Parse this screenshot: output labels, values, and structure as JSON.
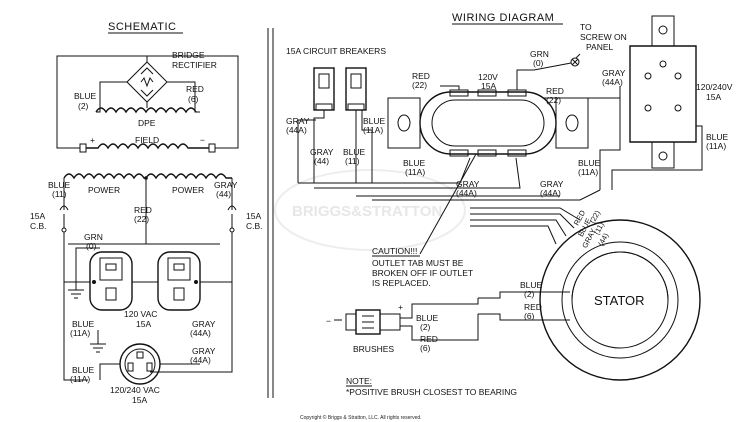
{
  "schematic": {
    "title": "SCHEMATIC",
    "bridge_rectifier": [
      "BRIDGE",
      "RECTIFIER"
    ],
    "dpe": "DPE",
    "field": "FIELD",
    "plus": "+",
    "minus": "−",
    "power": "POWER",
    "wires": {
      "blue_2": [
        "BLUE",
        "(2)"
      ],
      "red_6": [
        "RED",
        "(6)"
      ],
      "blue_11": [
        "BLUE",
        "(11)"
      ],
      "gray_44": [
        "GRAY",
        "(44)"
      ],
      "red_22": [
        "RED",
        "(22)"
      ],
      "grn_0": [
        "GRN",
        "(0)"
      ],
      "blue_11a_1": [
        "BLUE",
        "(11A)"
      ],
      "gray_44a_1": [
        "GRAY",
        "(44A)"
      ],
      "gray_44a_2": [
        "GRAY",
        "(44A)"
      ],
      "blue_11a_2": [
        "BLUE",
        "(11A)"
      ]
    },
    "cb_left": [
      "15A",
      "C.B."
    ],
    "cb_right": [
      "15A",
      "C.B."
    ],
    "outlet_120": [
      "120 VAC",
      "15A"
    ],
    "outlet_240": [
      "120/240 VAC",
      "15A"
    ]
  },
  "wiring": {
    "title": "WIRING DIAGRAM",
    "circuit_breakers": "15A CIRCUIT BREAKERS",
    "to_screw": [
      "TO",
      "SCREW ON",
      "PANEL"
    ],
    "grn_0": [
      "GRN",
      "(0)"
    ],
    "red_22_a": [
      "RED",
      "(22)"
    ],
    "red_22_b": [
      "RED",
      "(22)"
    ],
    "outlet_120": [
      "120V",
      "15A"
    ],
    "outlet_240": [
      "120/240V",
      "15A"
    ],
    "gray_44a_top": [
      "GRAY",
      "(44A)"
    ],
    "gray_44a_l": [
      "GRAY",
      "(44A)"
    ],
    "blue_11a_l": [
      "BLUE",
      "(11A)"
    ],
    "gray_44": [
      "GRAY",
      "(44)"
    ],
    "blue_11": [
      "BLUE",
      "(11)"
    ],
    "blue_11a_m": [
      "BLUE",
      "(11A)"
    ],
    "gray_44a_m": [
      "GRAY",
      "(44A)"
    ],
    "gray_44a_r": [
      "GRAY",
      "(44A)"
    ],
    "blue_11a_r": [
      "BLUE",
      "(11A)"
    ],
    "blue_11a_far": [
      "BLUE",
      "(11A)"
    ],
    "stator_wires": [
      "RED",
      "BLUE",
      "GRAY"
    ],
    "stator_wires_num": [
      "(22)",
      "(11)",
      "(44)"
    ],
    "caution": "CAUTION!!!",
    "caution_lines": [
      "OUTLET TAB MUST BE",
      "BROKEN OFF IF OUTLET",
      "IS REPLACED."
    ],
    "stator": "STATOR",
    "blue_2_s": [
      "BLUE",
      "(2)"
    ],
    "red_6_s": [
      "RED",
      "(6)"
    ],
    "blue_2_b": [
      "BLUE",
      "(2)"
    ],
    "red_6_b": [
      "RED",
      "(6)"
    ],
    "brushes": "BRUSHES",
    "minus": "−",
    "plus": "+",
    "note_title": "NOTE:",
    "note_text": "*POSITIVE BRUSH CLOSEST TO BEARING",
    "watermark": "BRIGGS&STRATTON"
  },
  "copyright": "Copyright © Briggs & Stratton, LLC. All rights reserved."
}
